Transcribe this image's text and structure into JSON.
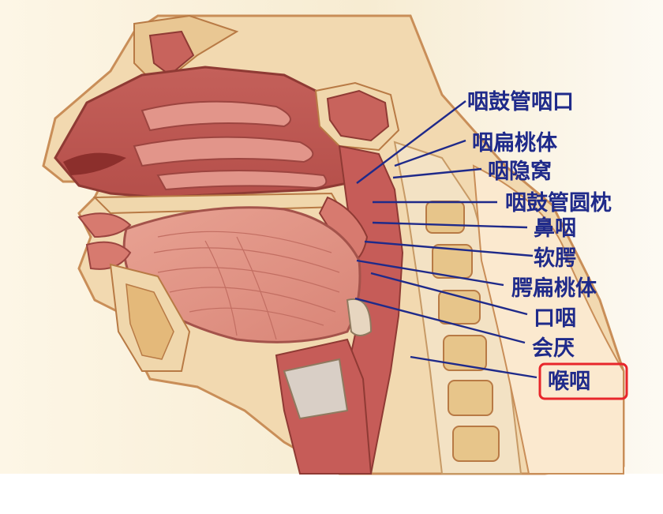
{
  "labels": {
    "pharyngeal_tube_opening": "咽鼓管咽口",
    "pharyngeal_tonsil": "咽扁桃体",
    "pharyngeal_recess": "咽隐窝",
    "tubal_torus": "咽鼓管圆枕",
    "nasopharynx": "鼻咽",
    "soft_palate": "软腭",
    "palatine_tonsil": "腭扁桃体",
    "oropharynx": "口咽",
    "epiglottis": "会厌",
    "laryngopharynx": "喉咽"
  },
  "highlight": {
    "label": "laryngopharynx",
    "color": "#e8262b"
  },
  "colors": {
    "leader_line": "#1f2a8a",
    "label_text": "#1f2a8a"
  }
}
